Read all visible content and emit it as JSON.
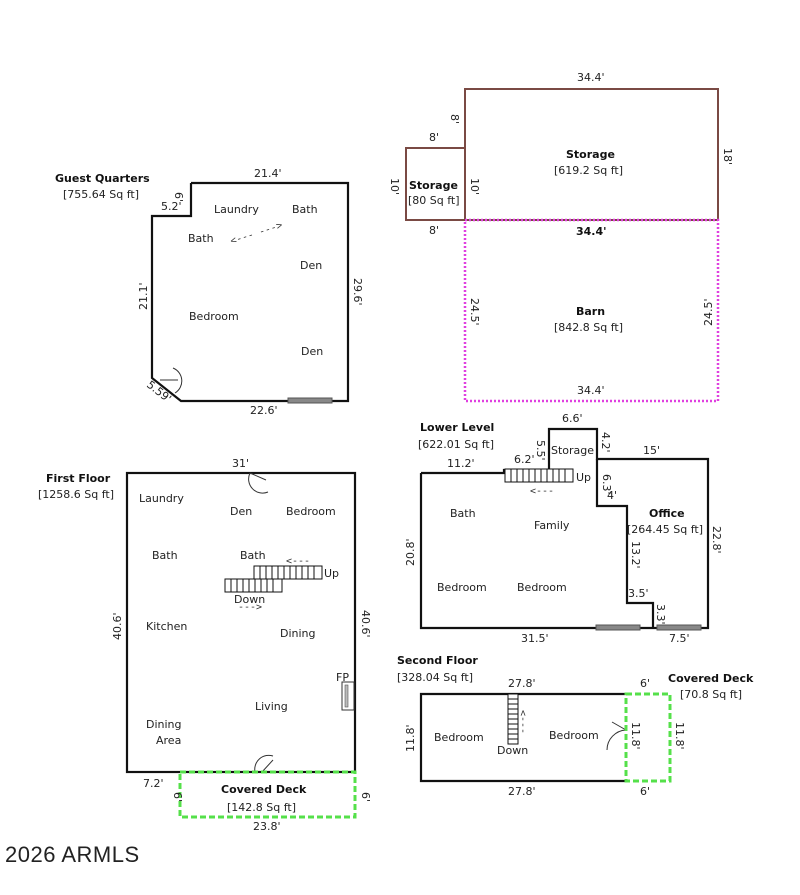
{
  "guest_quarters": {
    "title": "Guest Quarters",
    "area": "[755.64 Sq ft]",
    "rooms": [
      "Laundry",
      "Bath",
      "Bath",
      "Den",
      "Bedroom",
      "Den"
    ],
    "dims": {
      "top": "21.4'",
      "notch_w": "5.2'",
      "notch_h": "6'",
      "left": "21.1'",
      "right": "29.6'",
      "diag": "5.59'",
      "bottom": "22.6'"
    }
  },
  "storage_small": {
    "title": "Storage",
    "area": "[80 Sq ft]",
    "dims": {
      "top": "8'",
      "bottom": "8'",
      "left": "10'",
      "right": "10'"
    }
  },
  "storage_large": {
    "title": "Storage",
    "area": "[619.2 Sq ft]",
    "dims": {
      "top": "34.4'",
      "left": "8'",
      "left2": "10'",
      "right": "18'",
      "bottom": "34.4'"
    }
  },
  "barn": {
    "title": "Barn",
    "area": "[842.8 Sq ft]",
    "dims": {
      "top": "34.4'",
      "left": "24.5'",
      "right": "24.5'",
      "bottom": "34.4'"
    }
  },
  "first_floor": {
    "title": "First Floor",
    "area": "[1258.6 Sq ft]",
    "rooms": [
      "Laundry",
      "Den",
      "Bedroom",
      "Bath",
      "Bath",
      "Kitchen",
      "Dining",
      "Living",
      "Dining",
      "Area"
    ],
    "stair_labels": {
      "up": "Up",
      "down": "Down",
      "arrow_left": "<---",
      "arrow_right": "--->"
    },
    "fireplace": "FP",
    "dims": {
      "top": "31'",
      "left": "40.6'",
      "right": "40.6'",
      "bottom_left": "7.2'"
    }
  },
  "covered_deck_1": {
    "title": "Covered Deck",
    "area": "[142.8 Sq ft]",
    "dims": {
      "left": "6'",
      "right": "6'",
      "bottom": "23.8'"
    }
  },
  "lower_level": {
    "title": "Lower Level",
    "area": "[622.01 Sq ft]",
    "rooms": [
      "Storage",
      "Bath",
      "Family",
      "Bedroom",
      "Bedroom"
    ],
    "stair_labels": {
      "up": "Up",
      "arrow_left": "<---"
    },
    "dims": {
      "top_left": "11.2'",
      "stair": "6.2'",
      "storage_h": "5.5'",
      "storage_w": "6.6'",
      "storage_r": "4.2'",
      "office_top": "15'",
      "step1": "6.3'",
      "step1b": "4'",
      "step2": "13.2'",
      "step3": "3.5'",
      "step4": "3.3'",
      "left": "20.8'",
      "bottom": "31.5'",
      "office_bottom": "7.5'",
      "office_right": "22.8'"
    }
  },
  "office": {
    "title": "Office",
    "area": "[264.45 Sq ft]"
  },
  "second_floor": {
    "title": "Second Floor",
    "area": "[328.04 Sq ft]",
    "rooms": [
      "Bedroom",
      "Bedroom"
    ],
    "stair_labels": {
      "down": "Down",
      "arrow_up": "<---"
    },
    "dims": {
      "top": "27.8'",
      "bottom": "27.8'",
      "left": "11.8'",
      "right": "11.8'"
    }
  },
  "covered_deck_2": {
    "title": "Covered Deck",
    "area": "[70.8 Sq ft]",
    "dims": {
      "top": "6'",
      "bottom": "6'",
      "right": "11.8'"
    }
  },
  "copyright": "2026 ARMLS"
}
